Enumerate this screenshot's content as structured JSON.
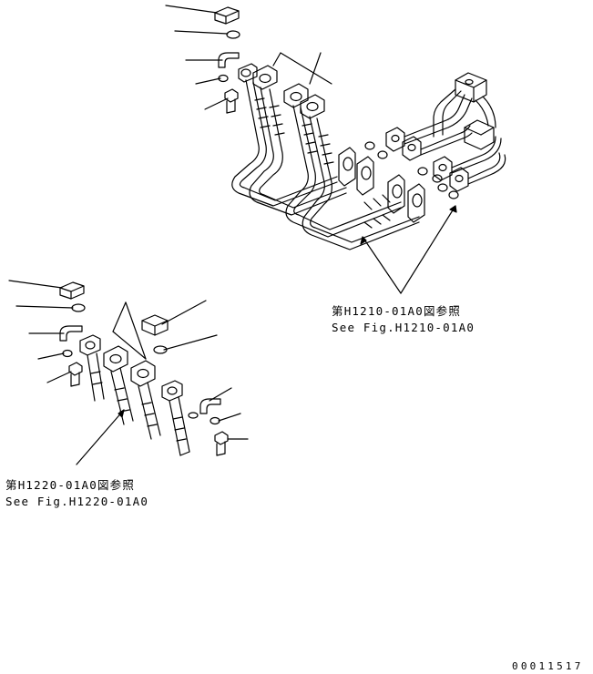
{
  "references": [
    {
      "jp": "第H1210-01A0図参照",
      "en": "See Fig.H1210-01A0"
    },
    {
      "jp": "第H1220-01A0図参照",
      "en": "See Fig.H1220-01A0"
    }
  ],
  "document_number": "00011517",
  "colors": {
    "line": "#000000",
    "background": "#ffffff"
  }
}
